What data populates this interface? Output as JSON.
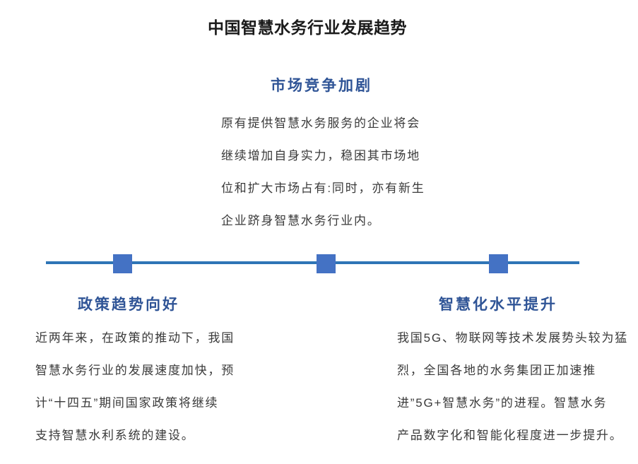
{
  "title": "中国智慧水务行业发展趋势",
  "colors": {
    "background": "#FFFFFF",
    "title_text": "#1A1A1A",
    "heading_text": "#2F5496",
    "body_text": "#3A3A3A",
    "timeline_line": "#2E75B6",
    "timeline_marker": "#4472C4"
  },
  "timeline": {
    "marker_count": 3
  },
  "sections": {
    "top": {
      "heading": "市场竞争加剧",
      "lines": [
        "原有提供智慧水务服务的企业将会",
        "继续增加自身实力，稳困其市场地",
        "位和扩大市场占有:同时，亦有新生",
        "企业跻身智慧水务行业内。"
      ]
    },
    "bottom_left": {
      "heading": "政策趋势向好",
      "lines": [
        "近两年来，在政策的推动下，我国",
        "智慧水务行业的发展速度加快，预",
        "计“十四五”期间国家政策将继续",
        "支持智慧水利系统的建设。"
      ]
    },
    "bottom_right": {
      "heading": "智慧化水平提升",
      "lines": [
        "我国5G、物联网等技术发展势头较为猛",
        "烈，全国各地的水务集团正加速推",
        "进”5G+智慧水务”的进程。智慧水务",
        "产品数字化和智能化程度进一步提升。"
      ]
    }
  }
}
